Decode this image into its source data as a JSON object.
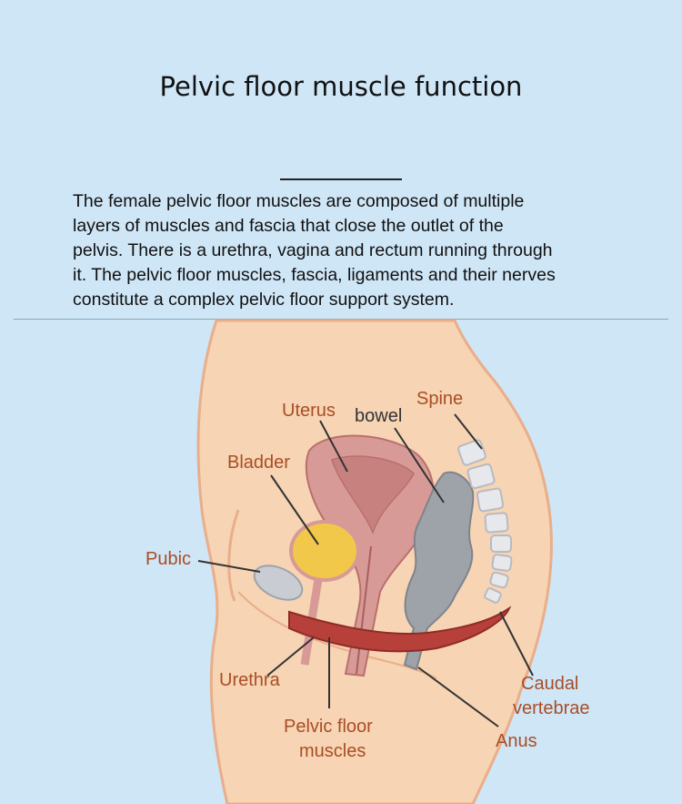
{
  "header": {
    "title": "Pelvic floor muscle function"
  },
  "description": {
    "lines": [
      "The female pelvic floor muscles are composed of multiple",
      "layers of muscles and fascia that close the outlet of the",
      "pelvis. There is a urethra, vagina and rectum running through",
      "it. The pelvic floor muscles, fascia, ligaments and their nerves",
      "constitute a complex pelvic floor support system."
    ]
  },
  "diagram": {
    "labels": {
      "uterus": "Uterus",
      "bowel": "bowel",
      "spine": "Spine",
      "bladder": "Bladder",
      "pubic": "Pubic",
      "urethra": "Urethra",
      "pelvic_floor_1": "Pelvic floor",
      "pelvic_floor_2": "muscles",
      "caudal_1": "Caudal",
      "caudal_2": "vertebrae",
      "anus": "Anus"
    },
    "colors": {
      "background": "#cfe6f7",
      "skin": "#f7d4b4",
      "skin_outline": "#e9ae8a",
      "uterus": "#d79a97",
      "bladder": "#f2c84a",
      "bone": "#c9ccd2",
      "bowel": "#9ea3aa",
      "muscle": "#b8403a",
      "label": "#a84e26"
    }
  }
}
